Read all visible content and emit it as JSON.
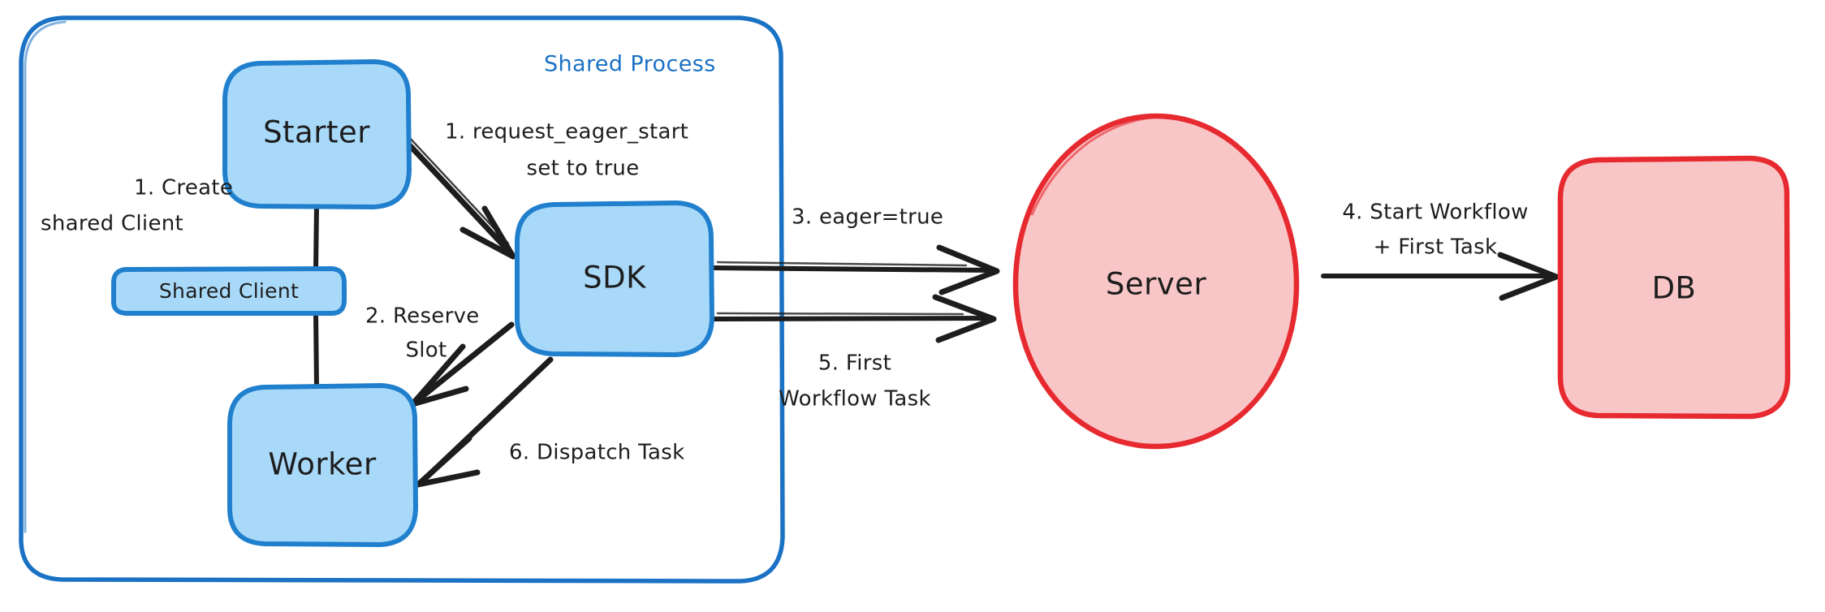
{
  "diagram": {
    "title_group": "Shared Process",
    "colors": {
      "node_blue_fill": "#a9d9f9",
      "node_blue_border": "#2180cd",
      "node_red_fill": "#f9c6c7",
      "node_red_border": "#e62a30",
      "group_label_color": "#1b72c4",
      "ink": "#1d1d1d",
      "background": "#ffffff"
    },
    "nodes": [
      {
        "id": "starter",
        "label": "Starter",
        "shape": "rounded-rect",
        "color": "blue"
      },
      {
        "id": "shared-client",
        "label": "Shared Client",
        "shape": "rounded-rect",
        "color": "blue"
      },
      {
        "id": "worker",
        "label": "Worker",
        "shape": "rounded-rect",
        "color": "blue"
      },
      {
        "id": "sdk",
        "label": "SDK",
        "shape": "rounded-rect",
        "color": "blue"
      },
      {
        "id": "server",
        "label": "Server",
        "shape": "ellipse",
        "color": "red"
      },
      {
        "id": "db",
        "label": "DB",
        "shape": "rounded-rect",
        "color": "red"
      }
    ],
    "edges": [
      {
        "id": "e1",
        "from": "starter",
        "to": "shared-client",
        "label": "",
        "arrow": false
      },
      {
        "id": "e2",
        "from": "shared-client",
        "to": "worker",
        "label": "",
        "arrow": false
      },
      {
        "id": "e3",
        "from": "starter",
        "to": "sdk",
        "label_line1": "1. request_eager_start",
        "label_line2": "set to true",
        "arrow": true
      },
      {
        "id": "e4",
        "from": "sdk",
        "to": "worker",
        "label_line1": "2. Reserve",
        "label_line2": "Slot",
        "arrow": true
      },
      {
        "id": "e5",
        "from": "sdk",
        "to": "server",
        "label_line1": "3. eager=true",
        "label_line2": "",
        "arrow": true
      },
      {
        "id": "e6",
        "from": "server",
        "to": "db",
        "label_line1": "4. Start Workflow",
        "label_line2": "+ First Task",
        "arrow": true
      },
      {
        "id": "e7",
        "from": "sdk",
        "to": "server",
        "label_line1": "5. First",
        "label_line2": "Workflow Task",
        "arrow": true
      },
      {
        "id": "e8",
        "from": "sdk",
        "to": "worker",
        "label_line1": "6. Dispatch Task",
        "label_line2": "",
        "arrow": true
      }
    ],
    "annotations": {
      "create_shared_client_line1": "1. Create",
      "create_shared_client_line2": "shared Client"
    }
  }
}
